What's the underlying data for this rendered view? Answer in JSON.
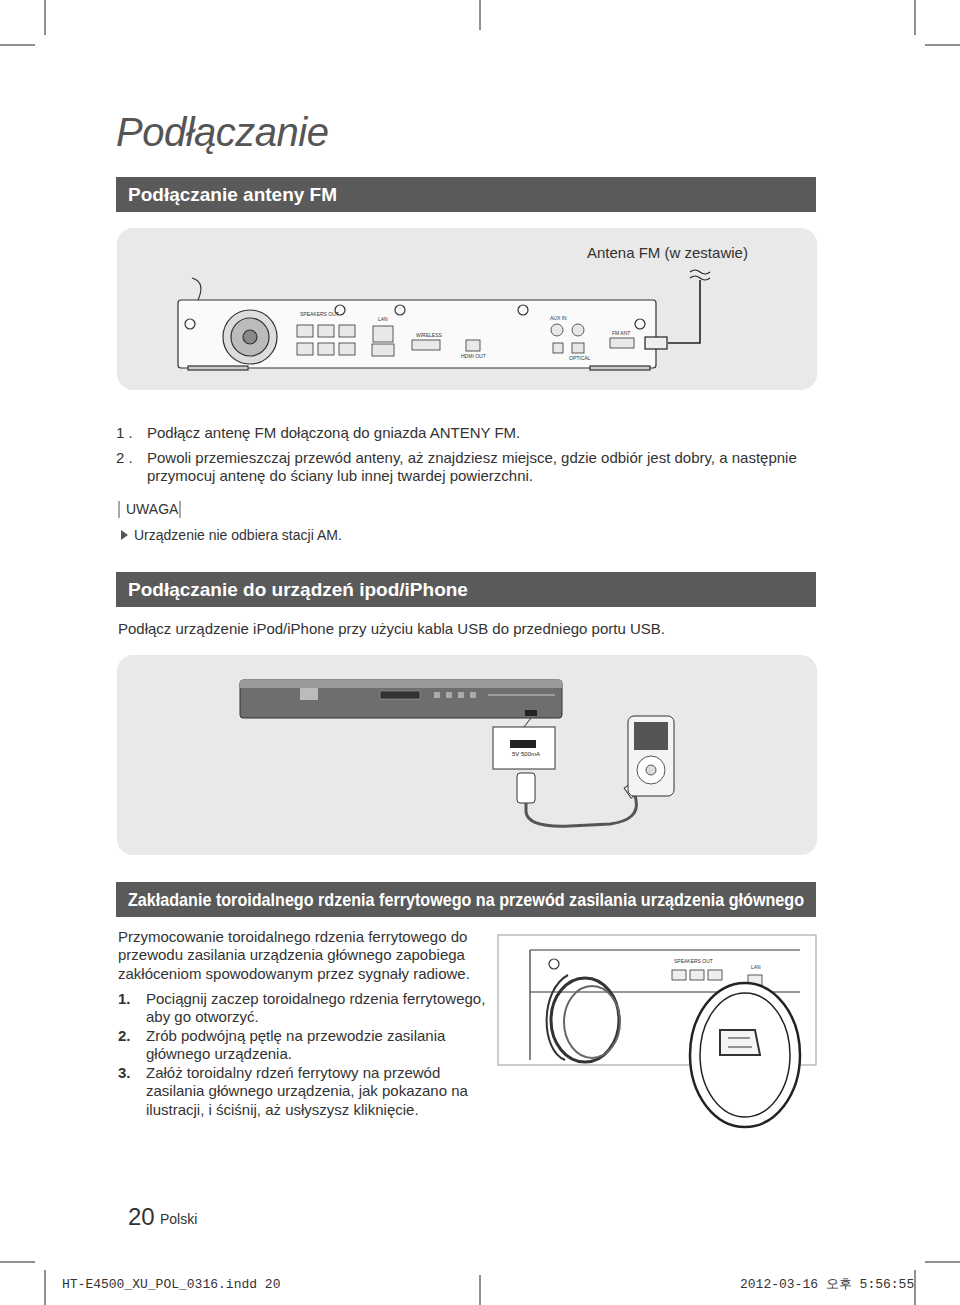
{
  "diagram": {
    "title": "Podłączanie",
    "nodes": [
      {
        "text": [
          "Podłączanie anteny FM"
        ]
      },
      {
        "text": [
          "Podłączanie do urządzeń ipod/iPhone"
        ]
      },
      {
        "text": [
          "Zakładanie toroidalnego rdzenia ferrytowego na przewód zasilania urządzenia głównego"
        ]
      }
    ],
    "labels": [
      "Antena FM (w zestawie)",
      "SPEAKERS OUT",
      "LAN",
      "WIRELESS",
      "HDMI OUT",
      "AUX IN",
      "OPTICAL",
      "FM ANT",
      "1 .",
      "Podłącz antenę FM dołączoną do gniazda ANTENY FM.",
      "2 .",
      "Powoli przemieszczaj przewód anteny, aż znajdziesz miejsce, gdzie odbiór jest dobry, a następnie przymocuj antenę do ściany lub innej twardej powierzchni.",
      "UWAGA",
      "Urządzenie nie odbiera stacji AM.",
      "Podłącz urządzenie iPod/iPhone przy użyciu kabla USB do przedniego portu USB.",
      "5V 500mA",
      "Przymocowanie toroidalnego rdzenia ferrytowego do przewodu zasilania urządzenia głównego zapobiega zakłóceniom spowodowanym przez sygnały radiowe.",
      "1.",
      "Pociągnij zaczep toroidalnego rdzenia ferrytowego, aby go otworzyć.",
      "2.",
      "Zrób podwójną pętlę na przewodzie zasilania głównego urządzenia.",
      "3.",
      "Załóż toroidalny rdzeń ferrytowy na przewód zasilania głównego urządzenia, jak pokazano na ilustracji, i ściśnij, aż usłyszysz kliknięcie.",
      "SPEAKERS OUT",
      "LAN",
      "20",
      "Polski",
      "HT-E4500_XU_POL_0316.indd   20",
      "2012-03-16   오후 5:56:55"
    ]
  }
}
